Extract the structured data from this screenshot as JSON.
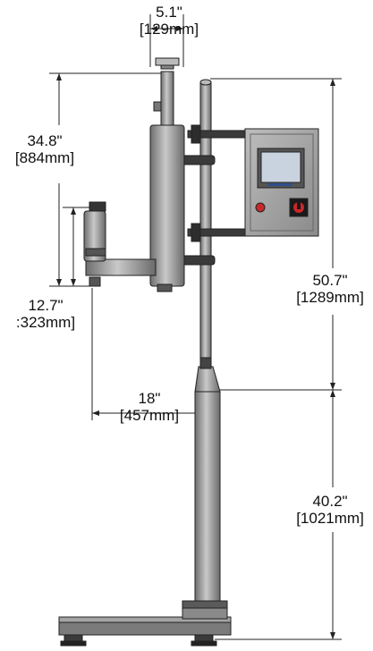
{
  "dimensions": {
    "top_width": {
      "imperial": "5.1\"",
      "metric": "[129mm]"
    },
    "arm_height": {
      "imperial": "34.8\"",
      "metric": "[884mm]"
    },
    "probe_drop": {
      "imperial": "12.7\"",
      "metric": ":323mm]"
    },
    "reach": {
      "imperial": "18\"",
      "metric": "[457mm]"
    },
    "upper_pole": {
      "imperial": "50.7\"",
      "metric": "[1289mm]"
    },
    "lower_pole": {
      "imperial": "40.2\"",
      "metric": "[1021mm]"
    }
  },
  "colors": {
    "steel": "#9a9a9a",
    "steel_dark": "#6f6f6f",
    "clamp": "#3a3a3a",
    "screen": "#c9d3e0",
    "button_red": "#c8282a",
    "outline": "#222222"
  }
}
